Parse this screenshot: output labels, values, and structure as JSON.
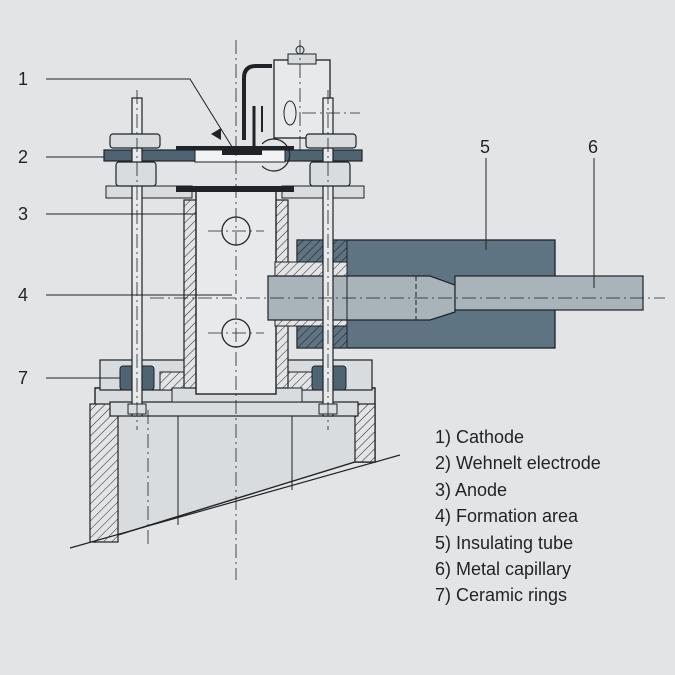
{
  "callouts": [
    "1",
    "2",
    "3",
    "4",
    "5",
    "6",
    "7"
  ],
  "legend": [
    "1) Cathode",
    "2) Wehnelt electrode",
    "3) Anode",
    "4) Formation area",
    "5) Insulating tube",
    "6) Metal capillary",
    "7) Ceramic rings"
  ],
  "colors": {
    "background": "#e3e4e5",
    "insulator": "#5f7482",
    "metal": "#d9dcde",
    "capillary": "#a9b3ba",
    "ceramic": "#4f6472",
    "line": "#1f2226"
  }
}
